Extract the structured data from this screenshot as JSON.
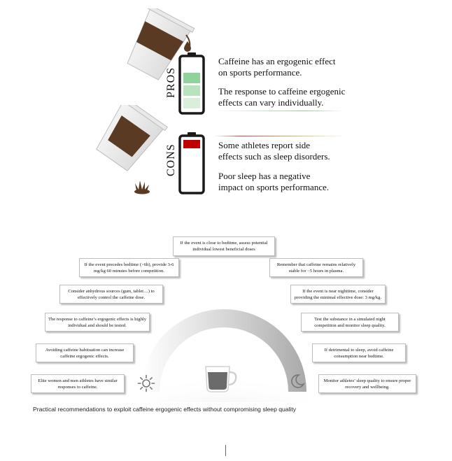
{
  "top": {
    "pros_label": "PROS",
    "cons_label": "CONS",
    "pros_text_1": "Caffeine has an ergogenic effect on sports performance.",
    "pros_text_2": "The response to caffeine ergogenic effects can vary individually.",
    "cons_text_1": "Some athletes report side effects such as sleep disorders.",
    "cons_text_2": "Poor sleep has a negative impact on sports performance.",
    "pros_level": "3 of 4 bars (green)",
    "cons_level": "1 of 4 bars (red)"
  },
  "bottom": {
    "top_box": "If the event is close to bedtime, assess potential individual lowest beneficial doses",
    "left": [
      "If the event precedes bedtime (>6h), provide 3-6 mg/kg 60 minutes before competition.",
      "Consider anhydrous sources (gum, tablet…) to effectively control the caffeine dose.",
      "The response to caffeine’s ergogenic effects is highly individual and should be tested.",
      "Avoiding caffeine habituation can increase caffeine ergogenic effects.",
      "Elite women and men athletes have similar responses to caffeine."
    ],
    "right": [
      "Remember that caffeine remains relatively stable for ~5 hours in plasma.",
      "If the event is near nighttime, consider providing the minimal effective dose: 3 mg/kg.",
      "Test the substance in a simulated night competition and monitor sleep quality.",
      "If detrimental to sleep, avoid caffeine consumption near bedtime.",
      "Monitor athletes’ sleep quality to ensure proper recovery and wellbeing."
    ],
    "icons": [
      "sun-icon",
      "coffee-cup-icon",
      "moon-icon"
    ],
    "caption": "Practical recommendations to exploit caffeine ergogenic effects without compromising sleep quality"
  },
  "colors": {
    "green_dark": "#8fd39b",
    "green_mid": "#b8e3bd",
    "green_light": "#d9efdb",
    "red": "#c00000",
    "coffee": "#5a3a22"
  }
}
